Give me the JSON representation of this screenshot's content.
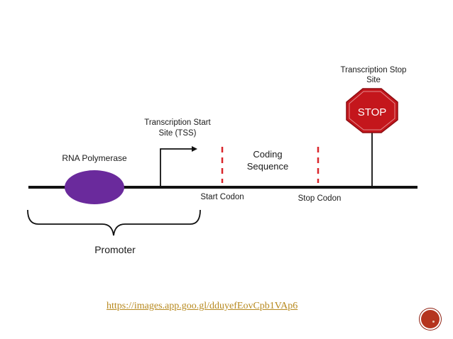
{
  "diagram": {
    "rna_polymerase_label": "RNA Polymerase",
    "tss_label_line1": "Transcription Start",
    "tss_label_line2": "Site (TSS)",
    "coding_label_line1": "Coding",
    "coding_label_line2": "Sequence",
    "stop_site_label_line1": "Transcription Stop",
    "stop_site_label_line2": "Site",
    "stop_sign_text": "STOP",
    "start_codon_label": "Start Codon",
    "stop_codon_label": "Stop Codon",
    "promoter_label": "Promoter"
  },
  "colors": {
    "polymerase": "#6a2a9c",
    "stop_sign": "#c4161c",
    "codon_marker": "#d9262b",
    "link": "#b7891e",
    "nav_button": "#b5341e"
  },
  "source": {
    "link_text": "https://images.app.goo.gl/dduyefEovCpb1VAp6"
  },
  "icons": {
    "nav": "circle-nav-icon"
  }
}
